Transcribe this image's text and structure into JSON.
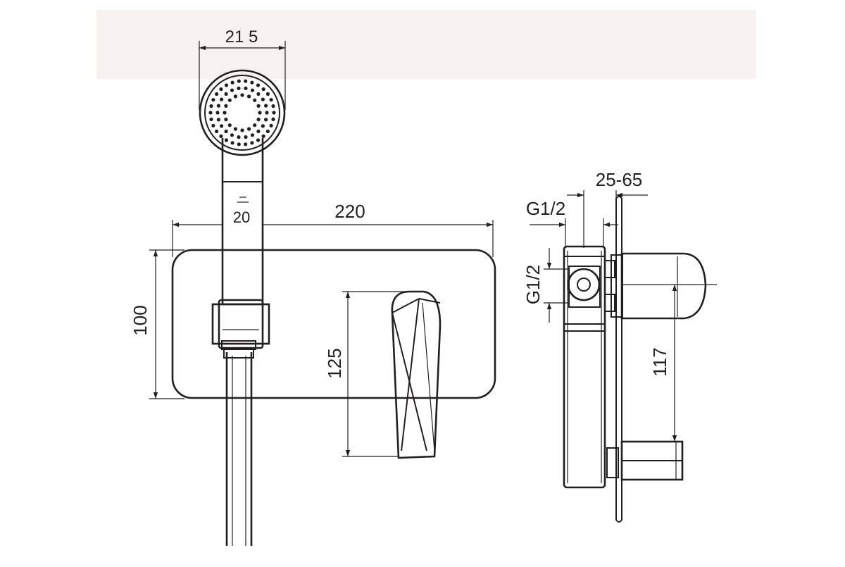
{
  "dimensions": {
    "head_diameter": "21 5",
    "handle_width": "20",
    "plate_width": "220",
    "plate_height": "100",
    "lever_height": "125",
    "wall_depth_range": "25-65",
    "inlet_thread_top": "G1/2",
    "inlet_thread_side": "G1/2",
    "spout_height": "117"
  },
  "colors": {
    "band": "#f7f1ef",
    "line": "#231f20",
    "fill": "#ffffff"
  }
}
